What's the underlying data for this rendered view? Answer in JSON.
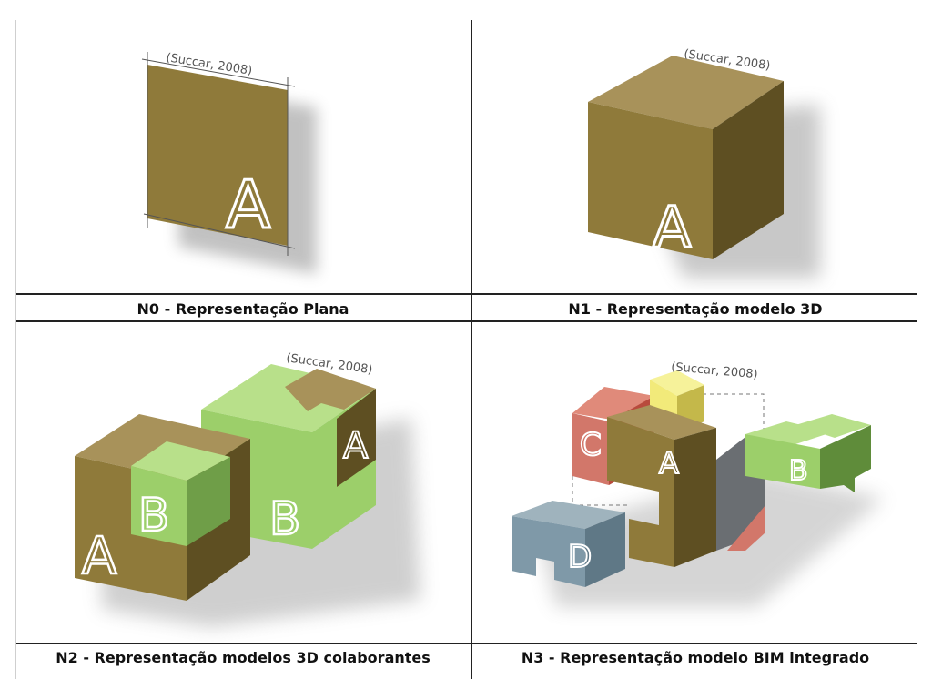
{
  "citation": "(Succar, 2008)",
  "panels": [
    {
      "caption": "N0 - Representação Plana",
      "letters": [
        "A"
      ]
    },
    {
      "caption": "N1 - Representação modelo 3D",
      "letters": [
        "A"
      ]
    },
    {
      "caption": "N2 - Representação modelos 3D colaborantes",
      "letters": [
        "A",
        "B",
        "B",
        "A"
      ]
    },
    {
      "caption": "N3 - Representação modelo BIM integrado",
      "letters": [
        "C",
        "A",
        "B",
        "D"
      ]
    }
  ],
  "colors": {
    "olive": "#8f7a3a",
    "olive_top": "#a8925a",
    "olive_dark": "#5e4f22",
    "green": "#9ccf6a",
    "green_top": "#b8e08a",
    "green_dark": "#5f8c3a",
    "red": "#d2776a",
    "yellow": "#f2ea7a",
    "blue": "#7f99a8"
  }
}
